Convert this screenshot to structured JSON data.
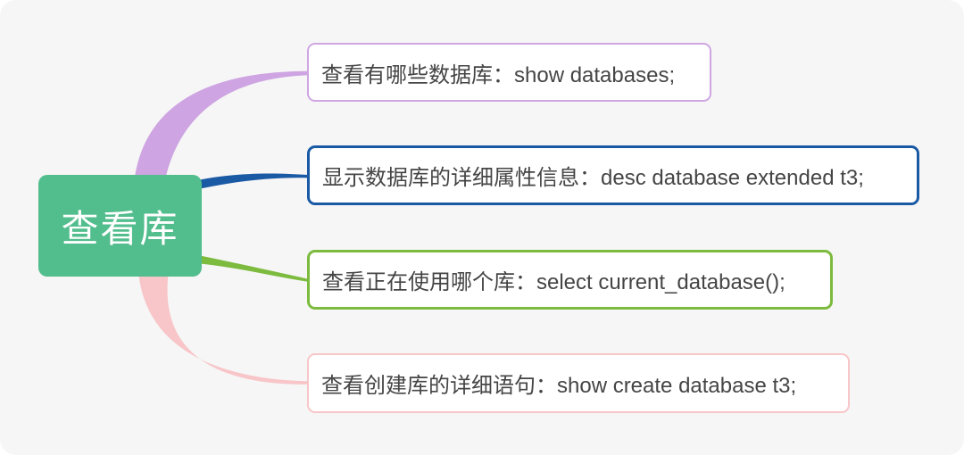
{
  "root": {
    "label": "查看库",
    "fill_color": "#52bd8d",
    "text_color": "#ffffff"
  },
  "branches": [
    {
      "label": "查看有哪些数据库：show databases;",
      "color": "#cea4e2"
    },
    {
      "label": "显示数据库的详细属性信息：desc database extended t3;",
      "color": "#1a5aa5"
    },
    {
      "label": "查看正在使用哪个库：select current_database();",
      "color": "#7cbb3e"
    },
    {
      "label": "查看创建库的详细语句：show create database t3;",
      "color": "#f8c5c8"
    }
  ],
  "canvas": {
    "background_color": "#f6f6f6",
    "topic_text_color": "#454545"
  }
}
